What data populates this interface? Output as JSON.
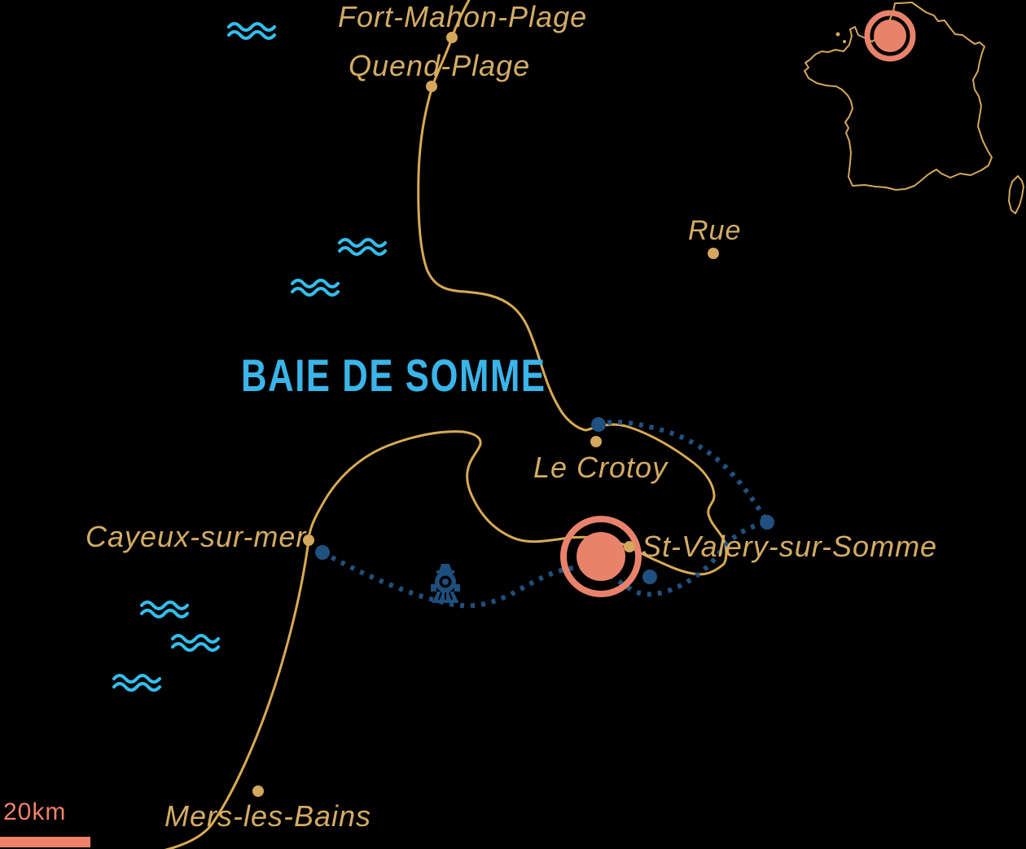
{
  "title": "BAIE DE SOMME",
  "scale": {
    "label": "20km"
  },
  "places": {
    "fort_mahon": "Fort-Mahon-Plage",
    "quend": "Quend-Plage",
    "rue": "Rue",
    "le_crotoy": "Le Crotoy",
    "cayeux": "Cayeux-sur-mer",
    "st_valery": "St-Valery-sur-Somme",
    "mers": "Mers-les-Bains"
  },
  "map": {
    "region_highlight": "circle marker on St-Valery-sur-Somme area",
    "inset": "France outline with highlight ring on the Somme bay (north coast)",
    "railway": "dotted heritage railway loop linking Cayeux-sur-mer, St-Valery-sur-Somme, Noyelles junction and Le Crotoy",
    "icons": [
      "wave-icon",
      "steam-train-icon",
      "location-ring-marker",
      "town-dot",
      "railway-stop-dot"
    ]
  },
  "colors": {
    "background": "#000000",
    "coast_gold": "#D8AA55",
    "label_tan": "#D4AC66",
    "dot_tan": "#D4A75C",
    "salmon": "#E8826B",
    "cyan": "#3AB5E9",
    "navy": "#20507F"
  }
}
